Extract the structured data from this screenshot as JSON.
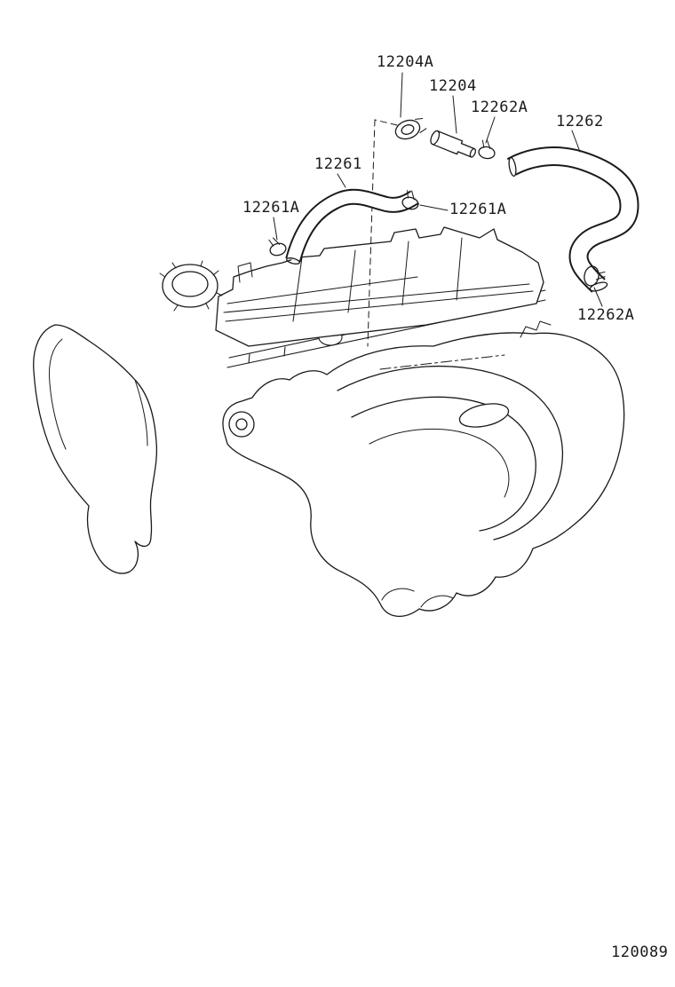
{
  "colors": {
    "background": "#ffffff",
    "ink": "#1a1a1a"
  },
  "drawing_number": "120089",
  "labels": [
    {
      "text": "12204A"
    },
    {
      "text": "12204"
    },
    {
      "text": "12262A"
    },
    {
      "text": "12262"
    },
    {
      "text": "12261"
    },
    {
      "text": "12261A"
    },
    {
      "text": "12261A"
    },
    {
      "text": "12262A"
    }
  ]
}
